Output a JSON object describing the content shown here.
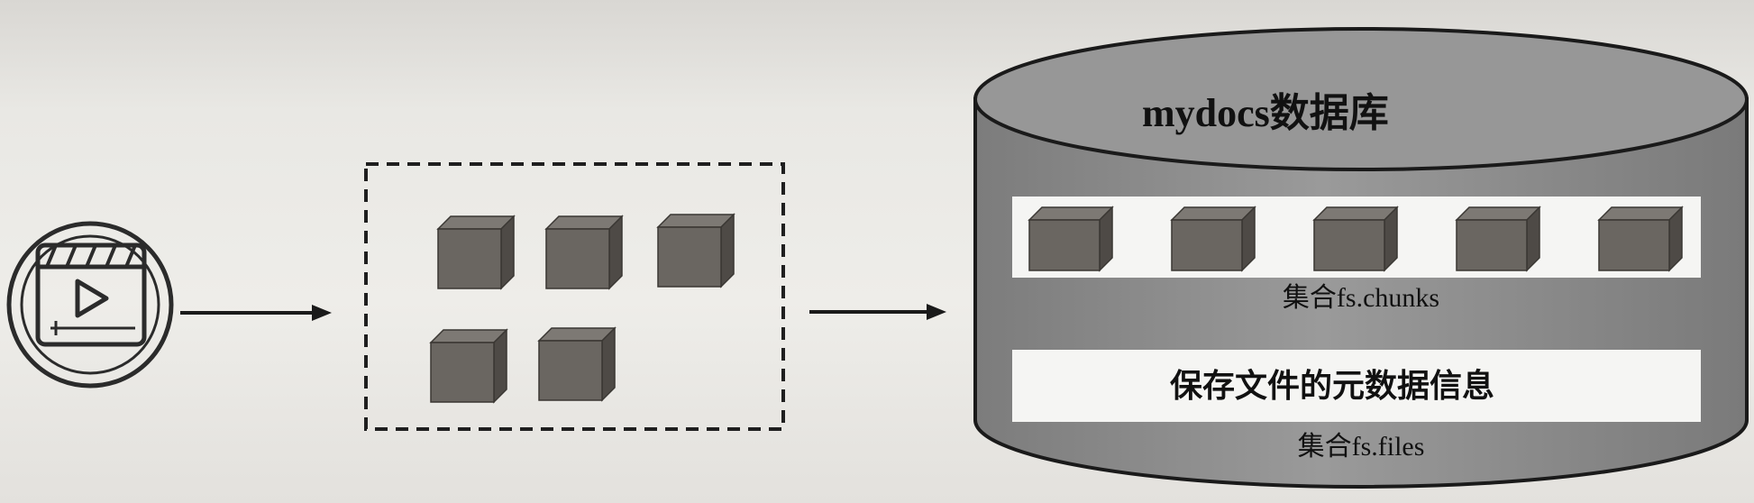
{
  "database": {
    "title": "mydocs数据库"
  },
  "collections": {
    "chunks": {
      "label": "集合fs.chunks",
      "chunk_count": 5
    },
    "files": {
      "metadata_text": "保存文件的元数据信息",
      "label": "集合fs.files"
    }
  },
  "source": {
    "icon": "video-file-icon",
    "split_chunk_count": 5
  },
  "colors": {
    "cylinder_fill": "#8c8c8c",
    "cube_front": "#6a6661",
    "accent_dark": "#1a1a1a"
  }
}
